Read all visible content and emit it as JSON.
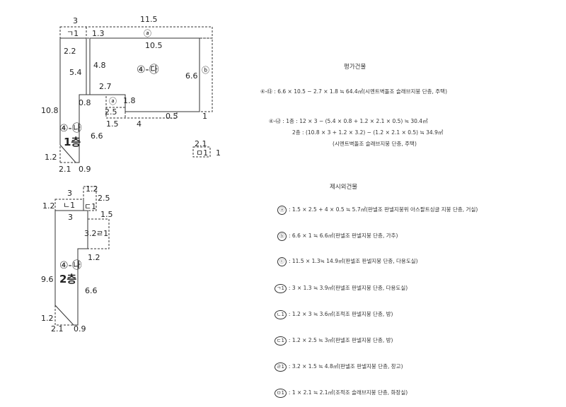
{
  "plan1": {
    "dims": {
      "top_left": "3",
      "top_right": "11.5",
      "d_1_3": "1.3",
      "d_2_2": "2.2",
      "d_10_5": "10.5",
      "d_5_4": "5.4",
      "d_4_8": "4.8",
      "d_6_6_right": "6.6",
      "d_2_7": "2.7",
      "d_0_8": "0.8",
      "d_1_8": "1.8",
      "d_2_5": "2.5",
      "d_1_5": "1.5",
      "d_4": "4",
      "d_0_5": "0.5",
      "d_1_right": "1",
      "d_10_8": "10.8",
      "d_6_6_mid": "6.6",
      "d_1_2": "1.2",
      "d_2_1": "2.1",
      "d_0_9": "0.9",
      "d_2_1_small": "2.1",
      "d_1_small": "1"
    },
    "labels": {
      "gi1": "ㄱ1",
      "circle_top": "ⓐ",
      "main": "④-㉰",
      "right_mark": "ⓑ",
      "mid_mark": "ⓐ",
      "left": "④-㉯",
      "floor": "1층",
      "small_box": "ㅁ1"
    }
  },
  "plan2": {
    "dims": {
      "d_3": "3",
      "d_1_2_top": "1.2",
      "d_2_5": "2.5",
      "d_1_2_left": "1.2",
      "d_3_below": "3",
      "d_1_5": "1.5",
      "d_3_2": "3.2",
      "d_1_2_mid": "1.2",
      "d_9_6": "9.6",
      "d_6_6": "6.6",
      "d_1_2_bottom": "1.2",
      "d_2_1": "2.1",
      "d_0_9": "0.9"
    },
    "labels": {
      "n1": "ㄴ1",
      "c1": "ㄷ1",
      "r1": "ㄹ1",
      "main": "④-㉯",
      "floor": "2층"
    }
  },
  "notes": {
    "heading1": "평가건물",
    "line1": "④-㉰ : 6.6 × 10.5 − 2.7 × 1.8 ≒ 64.4㎡(시멘트벽돌조 슬래브지붕 단층, 주택)",
    "line2a": "④-㉯ : 1층 : 12 × 3 − (5.4 × 0.8 + 1.2 × 2.1 × 0.5) ≒ 30.4㎡",
    "line2b": "2층 : (10.8 × 3 + 1.2 × 3.2) − (1.2 × 2.1 × 0.5) ≒ 34.9㎡",
    "line2c": "(시멘트벽돌조 슬래브지붕 단층, 주택)",
    "heading2": "제시외건물",
    "items": [
      {
        "mark": "ⓐ",
        "text": ": 1.5 × 2.5 + 4 × 0.5 ≒ 5.7㎡(판넬조 판넬지붕위 아스팔트싱글 지붕 단층, 거실)"
      },
      {
        "mark": "ⓑ",
        "text": ": 6.6 × 1 ≒ 6.6㎡(판넬조 판넬지붕 단층, 가추)"
      },
      {
        "mark": "ⓒ",
        "text": ": 11.5 × 1.3≒ 14.9㎡(판넬조 판넬지붕 단층, 다용도실)"
      },
      {
        "mark": "ㄱ1",
        "text": ": 3 × 1.3 ≒ 3.9㎡(판넬조 판넬지붕 단층, 다용도실)"
      },
      {
        "mark": "ㄴ1",
        "text": ": 1.2 × 3 ≒ 3.6㎡(조적조 판넬지붕 단층, 방)"
      },
      {
        "mark": "ㄷ1",
        "text": ": 1.2 × 2.5 ≒ 3㎡(판넬조 판넬지붕 단층, 방)"
      },
      {
        "mark": "ㄹ1",
        "text": ": 3.2 × 1.5 ≒ 4.8㎡(판넬조 판넬지붕 단층, 창고)"
      },
      {
        "mark": "ㅁ1",
        "text": ": 1 × 2.1 ≒ 2.1㎡(조적조 슬래브지붕 단층, 화장실)"
      }
    ]
  }
}
